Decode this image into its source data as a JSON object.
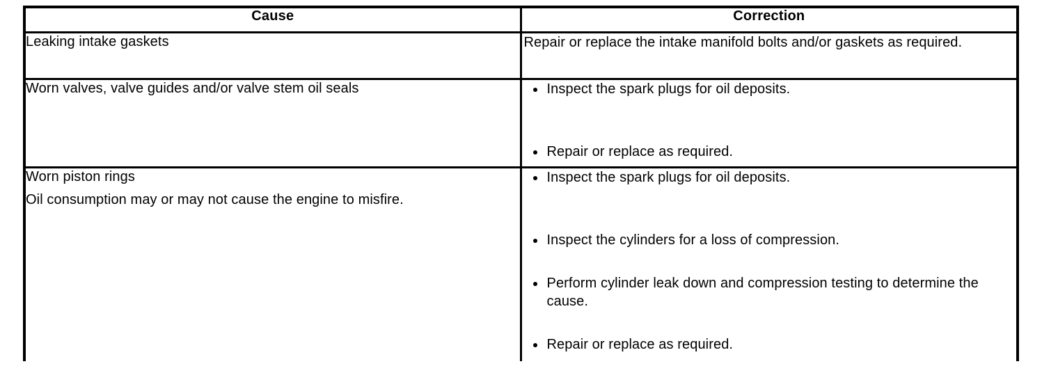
{
  "table": {
    "headers": {
      "cause": "Cause",
      "correction": "Correction"
    },
    "rows": [
      {
        "cause": {
          "lines": [
            "Leaking intake gaskets"
          ]
        },
        "correction": {
          "type": "paragraph",
          "text": "Repair or replace the intake manifold bolts and/or gaskets as required."
        }
      },
      {
        "cause": {
          "lines": [
            "Worn valves, valve guides and/or valve stem oil seals"
          ]
        },
        "correction": {
          "type": "bullets",
          "items": [
            "Inspect the spark plugs for oil deposits.",
            "Repair or replace as required."
          ]
        }
      },
      {
        "cause": {
          "lines": [
            "Worn piston rings",
            "Oil consumption may or may not cause the engine to misfire."
          ]
        },
        "correction": {
          "type": "bullets",
          "items": [
            "Inspect the spark plugs for oil deposits.",
            "Inspect the cylinders for a loss of compression.",
            "Perform cylinder leak down and compression testing to determine the cause.",
            "Repair or replace as required."
          ]
        }
      }
    ]
  },
  "style": {
    "border_color": "#000000",
    "text_color": "#000000",
    "background": "#ffffff"
  }
}
